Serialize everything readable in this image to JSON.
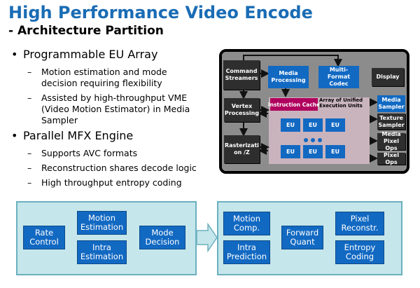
{
  "title": "High Performance Video Encode",
  "subtitle": "- Architecture Partition",
  "bullets": {
    "eu_array": "Programmable EU Array",
    "eu_sub1_l1": "Motion estimation and mode",
    "eu_sub1_l2": "decision requiring flexibility",
    "eu_sub2_l1": "Assisted by high-throughput VME",
    "eu_sub2_l2": "(Video Motion Estimator) in Media",
    "eu_sub2_l3": "Sampler",
    "mfx": "Parallel MFX Engine",
    "mfx_sub1": "Supports AVC formats",
    "mfx_sub2": "Reconstruction shares decode logic",
    "mfx_sub3": "High throughput entropy coding",
    "bullet_glyph": "•",
    "dash_glyph": "–"
  },
  "arch": {
    "command_streamers": "Command Streamers",
    "media_processing": "Media Processing",
    "multiformat_codec": "Multi-Format Codec",
    "display": "Display",
    "vertex_processing": "Vertex Processing",
    "instruction_cache": "Instruction Cache",
    "array_label": "Array of Unified Execution Units",
    "eu": "EU",
    "rasterization": "Rasterizati on /Z",
    "media_sampler": "Media Sampler",
    "texture_sampler": "Texture Sampler",
    "media_pixel_ops": "Media Pixel Ops",
    "pixel_ops": "Pixel Ops"
  },
  "pipeline_left": {
    "rate_control": "Rate Control",
    "motion_estimation": "Motion Estimation",
    "intra_estimation": "Intra Estimation",
    "mode_decision": "Mode Decision"
  },
  "pipeline_right": {
    "motion_comp": "Motion Comp.",
    "intra_prediction": "Intra Prediction",
    "forward_quant": "Forward Quant",
    "pixel_reconstr": "Pixel Reconstr.",
    "entropy_coding": "Entropy Coding"
  },
  "colors": {
    "title_blue": "#1a6cb5",
    "block_blue": "#1269c2",
    "block_dark": "#2e2e2e",
    "icache_magenta": "#b0005e",
    "panel_cyan": "#c5e6eb"
  }
}
